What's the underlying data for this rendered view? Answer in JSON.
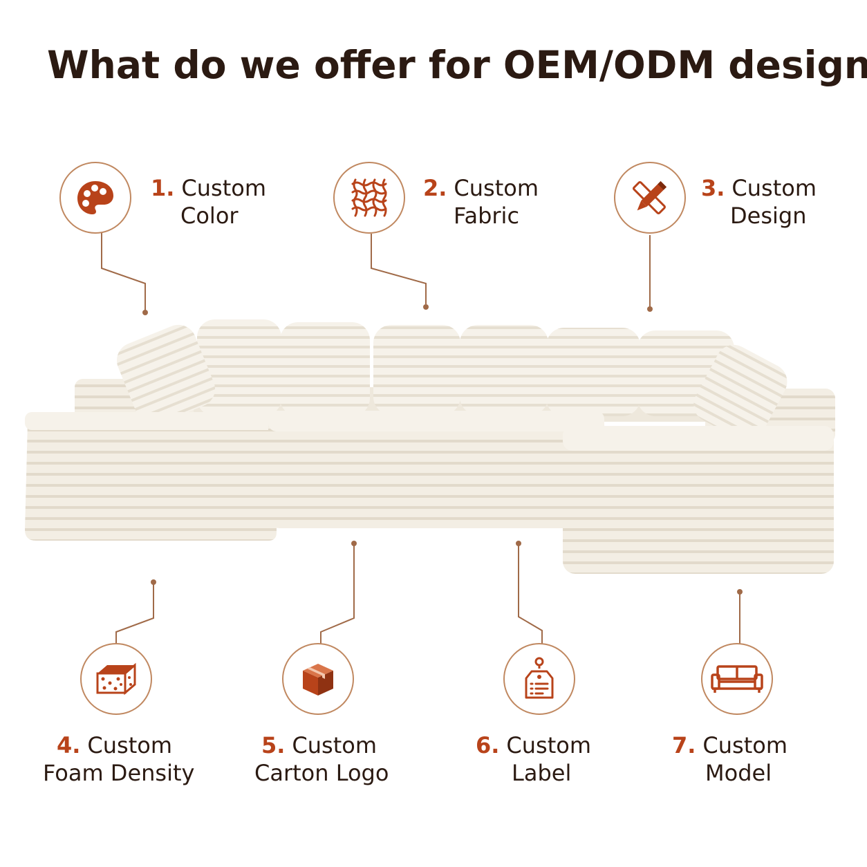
{
  "title": "What do we offer for OEM/ODM design",
  "accent_color": "#b8431a",
  "text_color": "#2b1a12",
  "line_color": "#a06a48",
  "features": [
    {
      "number": "1.",
      "line1": "Custom",
      "line2": "Color",
      "icon": "palette-icon"
    },
    {
      "number": "2.",
      "line1": "Custom",
      "line2": "Fabric",
      "icon": "fabric-weave-icon"
    },
    {
      "number": "3.",
      "line1": "Custom",
      "line2": "Design",
      "icon": "pencil-ruler-icon"
    },
    {
      "number": "4.",
      "line1": "Custom",
      "line2": "Foam Density",
      "icon": "foam-block-icon"
    },
    {
      "number": "5.",
      "line1": "Custom",
      "line2": "Carton Logo",
      "icon": "carton-box-icon"
    },
    {
      "number": "6.",
      "line1": "Custom",
      "line2": "Label",
      "icon": "tag-label-icon"
    },
    {
      "number": "7.",
      "line1": "Custom",
      "line2": "Model",
      "icon": "sofa-model-icon"
    }
  ]
}
